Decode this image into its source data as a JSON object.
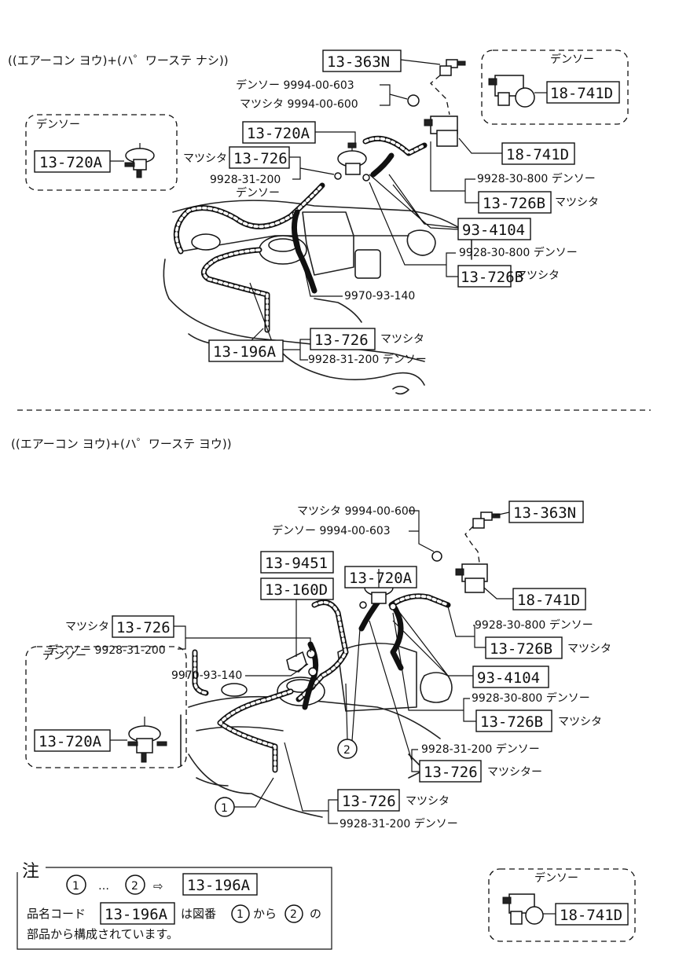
{
  "top": {
    "heading": "((エアーコン ヨウ)+(ハ゜ワーステ ナシ))",
    "inset_left": {
      "maker": "デンソー",
      "part": "13-720A"
    },
    "inset_right": {
      "maker": "デンソー",
      "part": "18-741D"
    },
    "parts": {
      "p363": "13-363N",
      "p720": "13-720A",
      "p726a": "13-726",
      "p741": "18-741D",
      "p726b1": "13-726B",
      "p4104": "93-4104",
      "p726b2": "13-726B",
      "p726c": "13-726",
      "p196": "13-196A"
    },
    "labels": {
      "nut_denso": "デンソー 9994-00-603",
      "nut_matsu": "マツシタ 9994-00-600",
      "matsushita": "マツシタ",
      "clip1": "9928-31-200",
      "clip1_maker": "デンソー",
      "hose1": "9928-30-800 デンソー",
      "m1": "マツシタ",
      "hose2": "9928-30-800 デンソー",
      "m2": "マツシタ",
      "v9970": "9970-93-140",
      "m3": "マツシタ",
      "clip2": "9928-31-200 デンソー"
    }
  },
  "bottom": {
    "heading": "((エアーコン ヨウ)+(ハ゜ワーステ ヨウ))",
    "inset_left": {
      "maker": "デンソー",
      "part": "13-720A"
    },
    "inset_right": {
      "maker": "デンソー",
      "part": "18-741D"
    },
    "parts": {
      "p363": "13-363N",
      "p9451": "13-9451",
      "p160": "13-160D",
      "p720": "13-720A",
      "p741": "18-741D",
      "p726a": "13-726",
      "p726b1": "13-726B",
      "p4104": "93-4104",
      "p726b2": "13-726B",
      "p726c": "13-726",
      "p726d": "13-726"
    },
    "labels": {
      "nut_matsu": "マツシタ 9994-00-600",
      "nut_denso": "デンソー 9994-00-603",
      "m_a": "マツシタ",
      "clip_a": "デンソー 9928-31-200",
      "v9970": "9970-93-140",
      "hose1": "9928-30-800 デンソー",
      "m1": "マツシタ",
      "hose2": "9928-30-800 デンソー",
      "m2": "マツシタ",
      "clip_b": "9928-31-200 デンソー",
      "m_b": "マツシター",
      "m_c": "マツシタ",
      "clip_c": "9928-31-200 デンソー"
    },
    "circles": {
      "c1": "1",
      "c2": "2"
    }
  },
  "note": {
    "title": "注",
    "c1": "1",
    "ellipsis": "…",
    "c2": "2",
    "arrow": "⇨",
    "part": "13-196A",
    "line2_a": "品名コード",
    "line2_part": "13-196A",
    "line2_b": "は図番",
    "line2_c1": "1",
    "line2_from": "から",
    "line2_c2": "2",
    "line2_no": "の",
    "line3": "部品から構成されています。"
  },
  "colors": {
    "ink": "#111111",
    "paper": "#ffffff"
  }
}
